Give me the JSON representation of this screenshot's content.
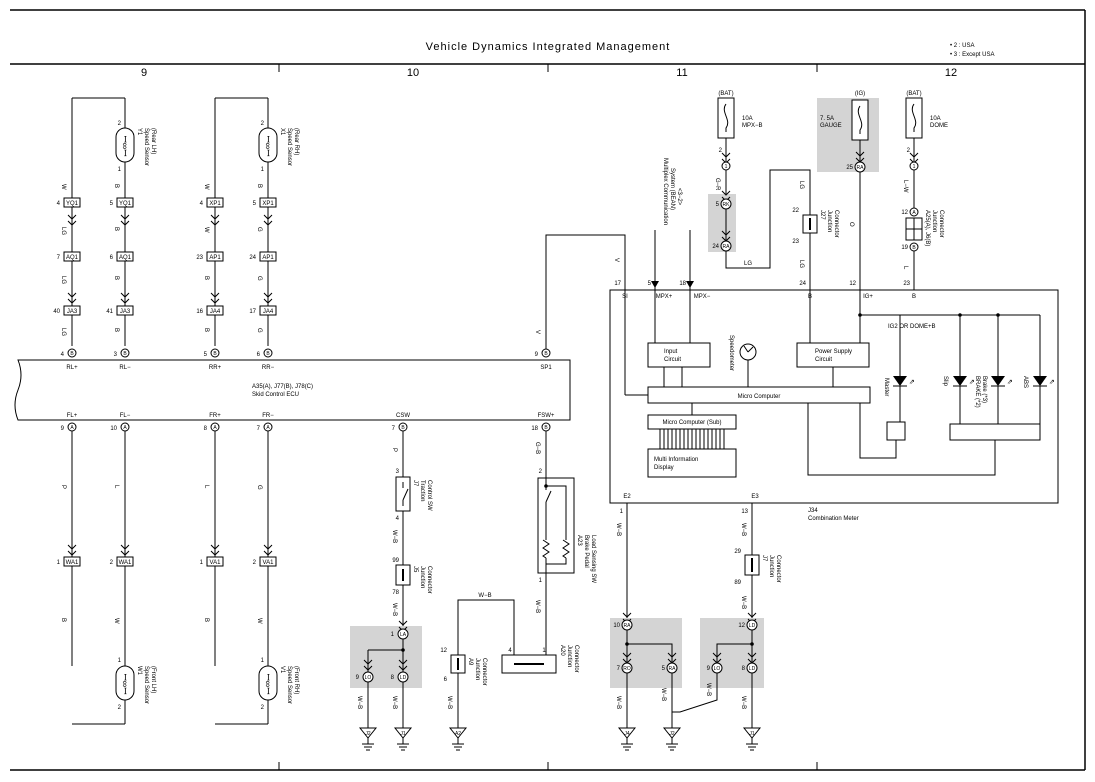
{
  "title": "Vehicle Dynamics Integrated Management",
  "notes": [
    "• 2 : USA",
    "• 3 : Except USA"
  ],
  "sections": [
    "9",
    "10",
    "11",
    "12"
  ],
  "sensors": {
    "y1": {
      "pin_top": "2",
      "pin_bot": "1",
      "label1": "Y1",
      "label2": "Speed Sensor",
      "label3": "(Rear LH)"
    },
    "x1": {
      "pin_top": "2",
      "pin_bot": "1",
      "label1": "X1",
      "label2": "Speed Sensor",
      "label3": "(Rear RH)"
    },
    "w1": {
      "pin_top": "1",
      "pin_bot": "2",
      "label1": "W1",
      "label2": "Speed Sensor",
      "label3": "(Front LH)"
    },
    "v1": {
      "pin_top": "1",
      "pin_bot": "2",
      "label1": "V1",
      "label2": "Speed Sensor",
      "label3": "(Front RH)"
    }
  },
  "wire_colors": {
    "w": "W",
    "b": "B",
    "lg": "LG",
    "g": "G",
    "p": "P",
    "l": "L",
    "v": "V",
    "gb": "G−B",
    "wb": "W−B",
    "gr": "G−R",
    "lw": "L−W",
    "o": "O"
  },
  "connectors": {
    "yq1": "YQ1",
    "xp1": "XP1",
    "aq1": "AQ1",
    "ap1": "AP1",
    "ja3": "JA3",
    "ja4": "JA4",
    "wa1": "WA1",
    "va1": "VA1",
    "rk": "RK",
    "ra": "RA",
    "la": "LA",
    "lo": "LO",
    "ld": "LD",
    "ro": "RO"
  },
  "pins": {
    "p4": "4",
    "p5": "5",
    "p6": "6",
    "p7": "7",
    "p3": "3",
    "p2": "2",
    "p1": "1",
    "p23": "23",
    "p24": "24",
    "p40": "40",
    "p41": "41",
    "p16": "16",
    "p17": "17",
    "p9": "9",
    "p10": "10",
    "p8": "8",
    "p18": "18",
    "p99": "99",
    "p78": "78",
    "p12": "12",
    "p22": "22",
    "p25": "25",
    "p19": "19",
    "p13": "13",
    "p29": "29",
    "p89": "89"
  },
  "grounds": {
    "j2": "J2",
    "j1": "J1",
    "a2": "A2",
    "j4": "J4"
  },
  "ecu": {
    "name": "A35(A), J77(B), J78(C)",
    "name2": "Skid Control ECU",
    "pin_rl_plus": "RL+",
    "pin_rl_minus": "RL−",
    "pin_rr_plus": "RR+",
    "pin_rr_minus": "RR−",
    "pin_sp1": "SP1",
    "pin_fl_plus": "FL+",
    "pin_fl_minus": "FL−",
    "pin_fr_plus": "FR+",
    "pin_fr_minus": "FR−",
    "pin_csw": "CSW",
    "pin_fsw_plus": "FSW+",
    "conn_a": "A",
    "conn_b": "B"
  },
  "switches": {
    "traction": {
      "id": "J7",
      "name1": "Traction",
      "name2": "Control SW"
    },
    "brake": {
      "id": "A23",
      "name1": "Brake Pedal",
      "name2": "Load Sensing SW"
    }
  },
  "junctions": {
    "j5": {
      "id": "J5",
      "name1": "Junction",
      "name2": "Connector"
    },
    "a9": {
      "id": "A9",
      "name1": "Junction",
      "name2": "Connector"
    },
    "a20": {
      "id": "A20",
      "name1": "Junction",
      "name2": "Connector"
    },
    "j27": {
      "id": "J27",
      "name1": "Junction",
      "name2": "Connector"
    },
    "j7b": {
      "id": "J7",
      "name1": "Junction",
      "name2": "Connector"
    },
    "a25": {
      "id": "A25(A), J6(B)",
      "name1": "Junction",
      "name2": "Connector"
    }
  },
  "fuses": {
    "mpxb": {
      "source": "(BAT)",
      "rating": "10A",
      "name": "MPX−B"
    },
    "gauge": {
      "source": "(IG)",
      "rating": "7. 5A",
      "name": "GAUGE"
    },
    "dome": {
      "source": "(BAT)",
      "rating": "10A",
      "name": "DOME"
    }
  },
  "multiplex": {
    "line1": "Multiplex Communication",
    "line2": "System (BEAN)",
    "line3": "<3−2>"
  },
  "meter": {
    "id": "J34",
    "name": "Combination Meter",
    "pin_si": "SI",
    "pin_mpx_plus": "MPX+",
    "pin_mpx_minus": "MPX−",
    "pin_b": "B",
    "pin_ig_plus": "IG+",
    "pin_e2": "E2",
    "pin_e3": "E3",
    "input_circuit1": "Input",
    "input_circuit2": "Circuit",
    "power_supply1": "Power Supply",
    "power_supply2": "Circuit",
    "micro_computer": "Micro Computer",
    "micro_computer_sub": "Micro Computer (Sub)",
    "mid1": "Multi Information",
    "mid2": "Display",
    "speedometer": "Speedometer",
    "ig2": "IG2 OR DOME+B",
    "master": "Master",
    "slip": "Slip",
    "brake1": "BRAKE (*2)",
    "brake2": "Brake (*3)",
    "abs": "ABS"
  }
}
